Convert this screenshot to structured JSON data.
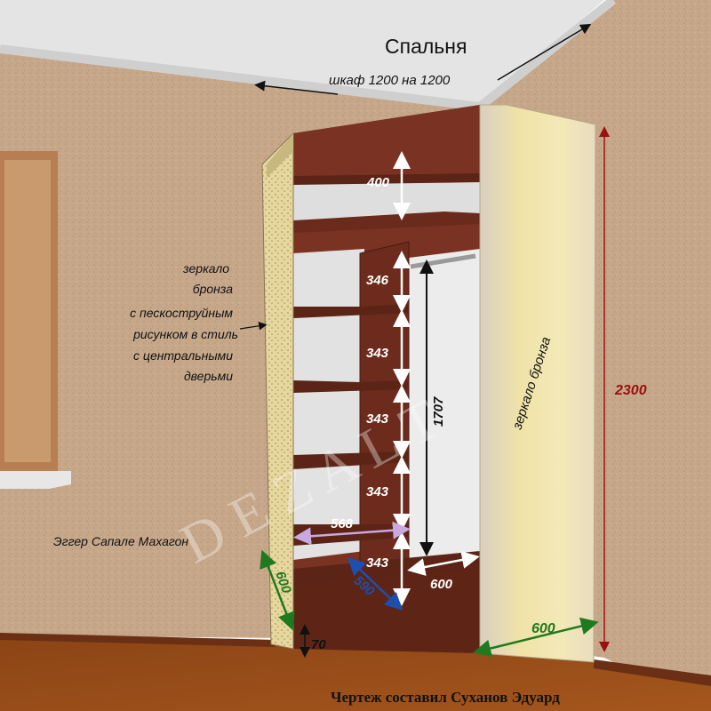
{
  "header": {
    "room": "Спальня",
    "subtitle": "шкаф 1200 на 1200"
  },
  "notes": {
    "mirror_left": [
      "зеркало",
      "бронза",
      "с пескоструйным",
      "рисунком в стиль",
      "с центральными",
      "дверьми"
    ],
    "mirror_right": "зеркало бронза",
    "material": "Эггер Сапале Махагон"
  },
  "dimensions": {
    "top_shelf": "400",
    "shelf_1": "346",
    "shelf_2": "343",
    "shelf_3": "343",
    "shelf_4": "343",
    "shelf_5": "343",
    "rod_height": "1707",
    "total_height": "2300",
    "shelf_width": "568",
    "shelf_depth": "590",
    "hanging_depth": "600",
    "side_depth": "600",
    "front_width": "600",
    "plinth": "70"
  },
  "watermark": "D E Z A L T",
  "footer": {
    "credit": "Чертеж составил Суханов Эдуард"
  },
  "colors": {
    "wall": "#c9ab8e",
    "floor": "#9b4e1a",
    "mahogany": "#6a2a1c",
    "mirror": "#e8d9a6",
    "green_dim": "#1f7a1f",
    "blue_dim": "#1c4fb0",
    "red_dim": "#9b1010"
  }
}
